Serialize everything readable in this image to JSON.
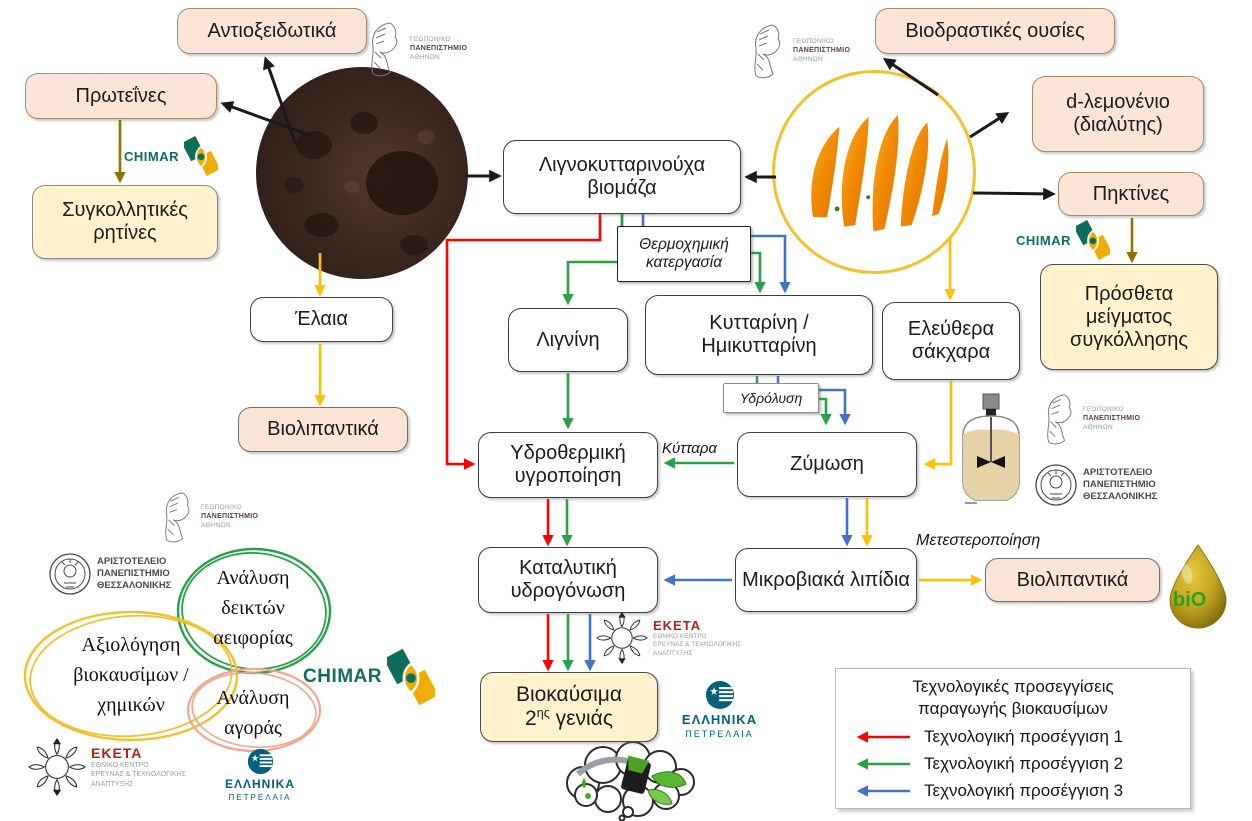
{
  "colors": {
    "approach1_red": "#ff0000",
    "approach2_green": "#2aa148",
    "approach3_blue": "#4472c4",
    "process_yellow": "#ffc000",
    "chimar_olive": "#8f7300",
    "black_arrow": "#1a1a1a",
    "pink_box_fill": "#fbe5d6",
    "yellow_box_fill": "#fff2cc",
    "chimar_teal": "#0e6e5c",
    "chimar_gold": "#eead00",
    "helpe_teal": "#00607e",
    "eketa_red": "#b02418"
  },
  "nodes": {
    "antioxidants": "Αντιοξειδωτικά",
    "proteins": "Πρωτεΐνες",
    "adhesive_resins": "Συγκολλητικές ρητίνες",
    "bioactive_substances": "Βιοδραστικές ουσίες",
    "d_limonene": "d-λεμονένιο (διαλύτης)",
    "pectins": "Πηκτίνες",
    "adhesive_mix_additives": "Πρόσθετα μείγματος συγκόλλησης",
    "lignocellulosic_biomass": "Λιγνοκυτταρινούχα βιομάζα",
    "thermochemical_treatment": "Θερμοχημική κατεργασία",
    "lignin": "Λιγνίνη",
    "cellulose_hemicellulose": "Κυτταρίνη / Ημικυτταρίνη",
    "free_sugars": "Ελεύθερα σάκχαρα",
    "hydrolysis": "Υδρόλυση",
    "oils": "Έλαια",
    "biolubricants_left": "Βιολιπαντικά",
    "hydrothermal_liquefaction": "Υδροθερμική υγροποίηση",
    "fermentation": "Ζύμωση",
    "catalytic_hydrogenation": "Καταλυτική υδρογόνωση",
    "microbial_lipids": "Μικροβιακά λιπίδια",
    "biolubricants_right": "Βιολιπαντικά",
    "biofuels_line1": "Βιοκαύσιμα",
    "biofuels_num": "2",
    "biofuels_sup": "ης",
    "biofuels_rest": " γενιάς"
  },
  "flow_labels": {
    "cells": "Κύτταρα",
    "transesterification": "Μετεστεροποίηση"
  },
  "analyses": {
    "sustainability": "Ανάλυση δεικτών αειφορίας",
    "biofuel_chemicals_evaluation": "Αξιολόγηση βιοκαυσίμων / χημικών",
    "market": "Ανάλυση αγοράς"
  },
  "legend": {
    "title_line1": "Τεχνολογικές προσεγγίσεις",
    "title_line2": "παραγωγής βιοκαυσίμων",
    "items": [
      {
        "label": "Τεχνολογική προσέγγιση 1",
        "color": "#ff0000"
      },
      {
        "label": "Τεχνολογική προσέγγιση 2",
        "color": "#2aa148"
      },
      {
        "label": "Τεχνολογική προσέγγιση 3",
        "color": "#4472c4"
      }
    ]
  },
  "logos": {
    "aua_line1": "ΓΕΩΠΟΝΙΚΟ",
    "aua_line2": "ΠΑΝΕΠΙΣΤΗΜΙΟ",
    "aua_line3": "ΑΘΗΝΩΝ",
    "auth_line1": "ΑΡΙΣΤΟΤΕΛΕΙΟ",
    "auth_line2": "ΠΑΝΕΠΙΣΤΗΜΙΟ",
    "auth_line3": "ΘΕΣΣΑΛΟΝΙΚΗΣ",
    "chimar": "CHIMAR",
    "eketa": "ΕΚΕΤΑ",
    "eketa_sub_line1": "ΕΘΝΙΚΟ ΚΕΝΤΡΟ",
    "eketa_sub_line2": "ΕΡΕΥΝΑΣ & ΤΕΧΝΟΛΟΓΙΚΗΣ",
    "eketa_sub_line3": "ΑΝΑΠΤΥΞΗΣ",
    "helpe_line1": "ΕΛΛΗΝΙΚΑ",
    "helpe_line2": "ΠΕΤΡΕΛΑΙΑ",
    "bio_drop": "biO"
  }
}
